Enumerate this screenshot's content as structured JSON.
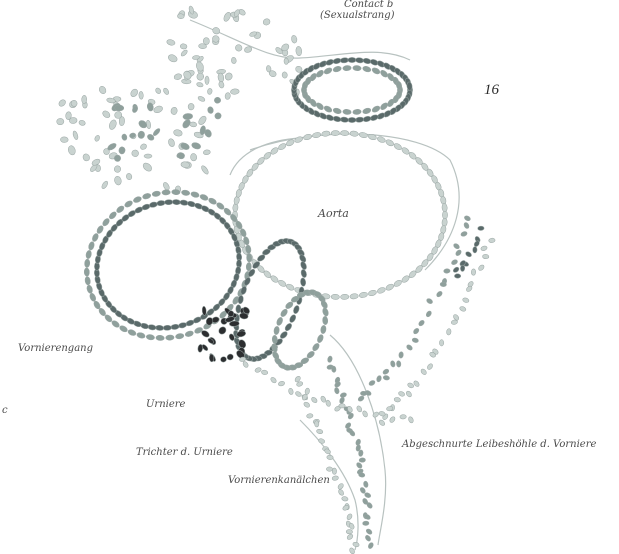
{
  "figure": {
    "number": "16",
    "colors": {
      "dark_cell": "#5a6a6a",
      "mid_cell": "#8fa09c",
      "light_cell": "#c9d3d0",
      "darkest_cell": "#2c2e30",
      "outline": "#9aa6a4"
    }
  },
  "labels": {
    "contact_line1": "Contact b",
    "contact_line2": "(Sexualstrang)",
    "aorta": "Aorta",
    "vornierengang": "Vornierengang",
    "urniere": "Urniere",
    "trichter": "Trichter d. Urniere",
    "vornierenkanalchen": "Vornierenkanälchen",
    "abgeschnurte": "Abgeschnurte Leibeshöhle d. Vorniere",
    "edge_letter": "c"
  }
}
